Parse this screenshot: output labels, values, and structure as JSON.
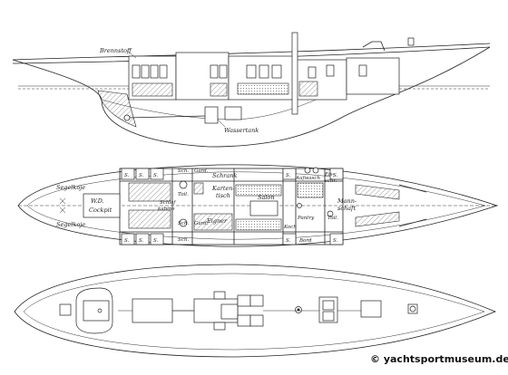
{
  "profile": {
    "labels": {
      "fuel": "Brennstoff",
      "water_tank": "Wassertank"
    }
  },
  "deck_plan": {
    "labels": {
      "sail_berth_top": "Segelkoje",
      "sail_berth_bottom": "Segelkoje",
      "wc": "W.D.",
      "cockpit": "Cockpit",
      "cabin_a": "Schlaf",
      "cabin_b": "kabine",
      "toilet_a": "Toil.",
      "toilet_b": "Toil.",
      "cupboard": "Schrank",
      "chart_a": "Karten-",
      "chart_b": "tisch",
      "salon": "Salon",
      "owner": "Eigner",
      "sink": "Aufwasch",
      "ice_a": "Eis-",
      "ice_b": "schr.",
      "crew_a": "Mann-",
      "crew_b": "schaft",
      "pantry": "Pantry",
      "board": "Bord",
      "sch_top": "Sch.",
      "sch_bottom": "Sch.",
      "sch_bottom2": "Sch.",
      "gard_top": "Gard.",
      "gard_bottom": "Gard.",
      "koch": "Koch",
      "shelf": "S."
    }
  },
  "watermark": "© yachtsportmuseum.de"
}
